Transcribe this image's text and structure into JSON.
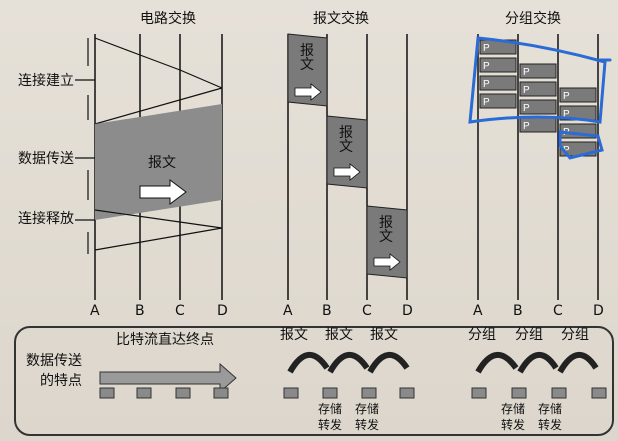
{
  "headings": {
    "circuit": "电路交换",
    "message": "报文交换",
    "packet": "分组交换"
  },
  "phases": {
    "setup": "连接建立",
    "transfer": "数据传送",
    "release": "连接释放"
  },
  "nodes": {
    "circuit": [
      "A",
      "B",
      "C",
      "D"
    ],
    "message": [
      "A",
      "B",
      "C",
      "D"
    ],
    "packet": [
      "A",
      "B",
      "C",
      "D"
    ]
  },
  "labels": {
    "circuit_msg": "报文",
    "msg_block": "报文",
    "packet_tag": "P"
  },
  "bottom": {
    "title_line1": "数据传送",
    "title_line2": "的特点",
    "circuit_desc": "比特流直达终点",
    "message_hops": [
      "报文",
      "报文",
      "报文"
    ],
    "packet_hops": [
      "分组",
      "分组",
      "分组"
    ],
    "store_label": "存储",
    "forward_label": "转发"
  },
  "colors": {
    "annotation": "#2a6bd6",
    "block": "#7a7a7a",
    "ink": "#111111"
  }
}
